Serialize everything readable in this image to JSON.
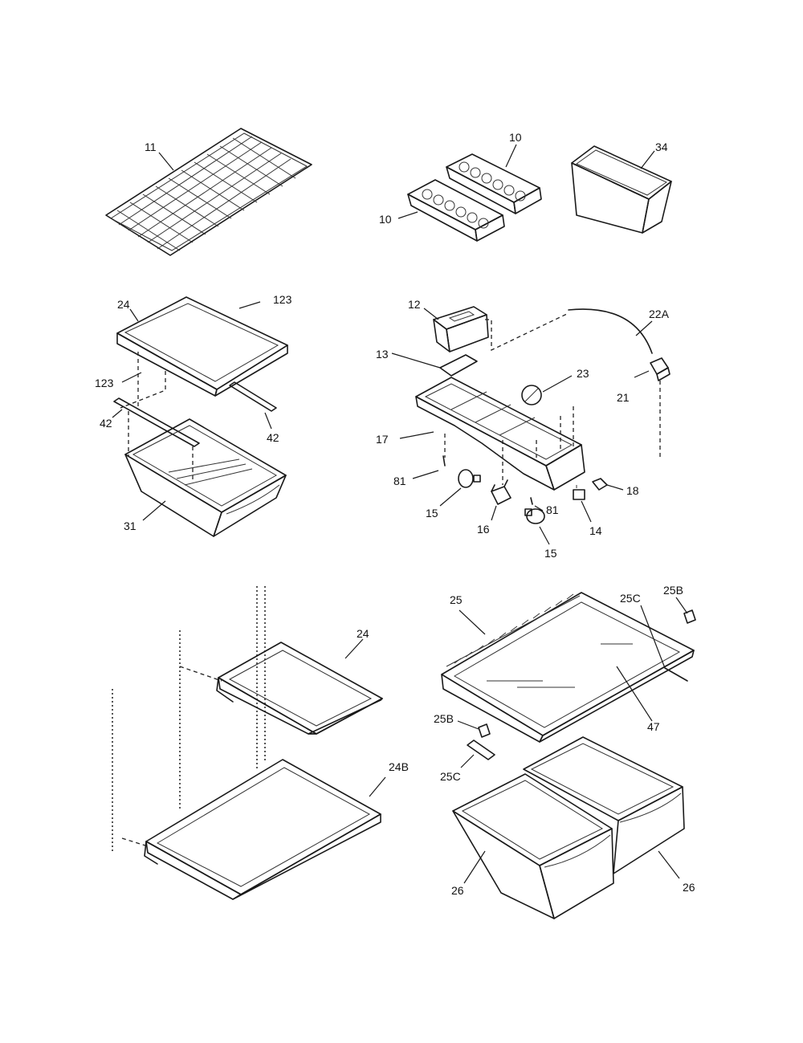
{
  "labels": [
    {
      "name": "label-11",
      "text": "11"
    },
    {
      "name": "label-10a",
      "text": "10"
    },
    {
      "name": "label-10b",
      "text": "10"
    },
    {
      "name": "label-34",
      "text": "34"
    },
    {
      "name": "label-24a",
      "text": "24"
    },
    {
      "name": "label-123a",
      "text": "123"
    },
    {
      "name": "label-123b",
      "text": "123"
    },
    {
      "name": "label-42a",
      "text": "42"
    },
    {
      "name": "label-42b",
      "text": "42"
    },
    {
      "name": "label-31",
      "text": "31"
    },
    {
      "name": "label-12",
      "text": "12"
    },
    {
      "name": "label-22A",
      "text": "22A"
    },
    {
      "name": "label-13",
      "text": "13"
    },
    {
      "name": "label-23",
      "text": "23"
    },
    {
      "name": "label-21",
      "text": "21"
    },
    {
      "name": "label-17",
      "text": "17"
    },
    {
      "name": "label-81a",
      "text": "81"
    },
    {
      "name": "label-18",
      "text": "18"
    },
    {
      "name": "label-15a",
      "text": "15"
    },
    {
      "name": "label-81b",
      "text": "81"
    },
    {
      "name": "label-16",
      "text": "16"
    },
    {
      "name": "label-14",
      "text": "14"
    },
    {
      "name": "label-15b",
      "text": "15"
    },
    {
      "name": "label-25B-a",
      "text": "25B"
    },
    {
      "name": "label-25",
      "text": "25"
    },
    {
      "name": "label-25C-a",
      "text": "25C"
    },
    {
      "name": "label-24b",
      "text": "24"
    },
    {
      "name": "label-47",
      "text": "47"
    },
    {
      "name": "label-25B-b",
      "text": "25B"
    },
    {
      "name": "label-24B",
      "text": "24B"
    },
    {
      "name": "label-25C-b",
      "text": "25C"
    },
    {
      "name": "label-26a",
      "text": "26"
    },
    {
      "name": "label-26b",
      "text": "26"
    }
  ]
}
